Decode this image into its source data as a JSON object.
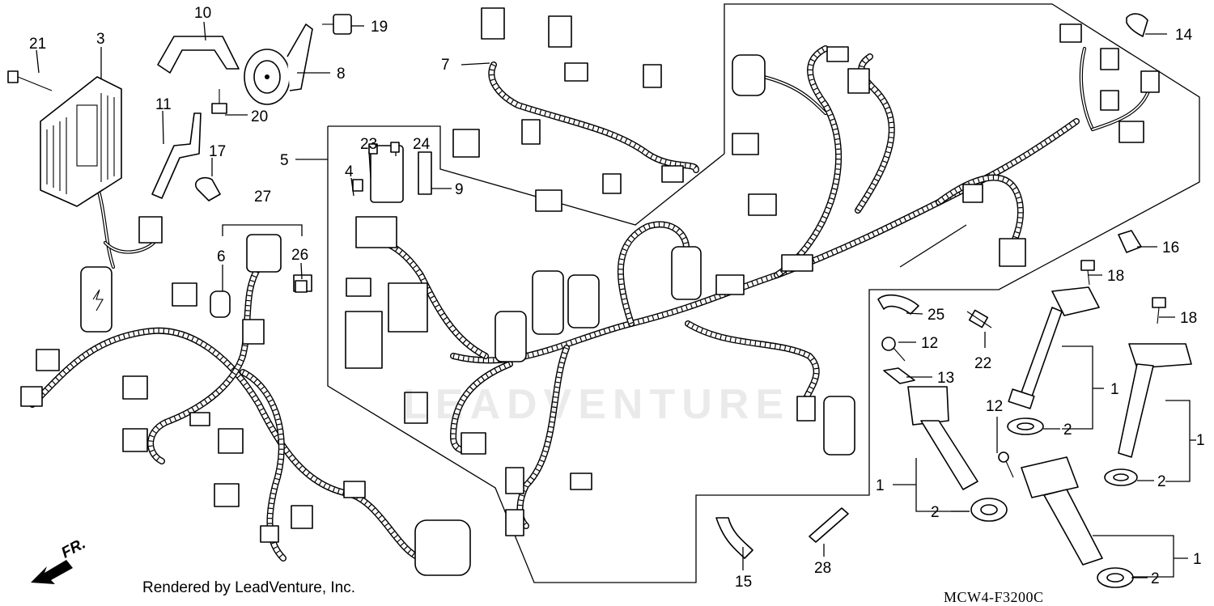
{
  "diagram": {
    "footer_credit": "Rendered by LeadVenture, Inc.",
    "diagram_code": "MCW4-F3200C",
    "front_direction_label": "FR.",
    "watermark_text": "LEADVENTURE",
    "callouts": [
      "1",
      "1",
      "1",
      "1",
      "2",
      "2",
      "2",
      "2",
      "3",
      "4",
      "5",
      "6",
      "7",
      "8",
      "9",
      "10",
      "11",
      "12",
      "12",
      "13",
      "14",
      "15",
      "16",
      "17",
      "18",
      "18",
      "19",
      "20",
      "21",
      "22",
      "23",
      "24",
      "25",
      "26",
      "27",
      "28"
    ]
  }
}
